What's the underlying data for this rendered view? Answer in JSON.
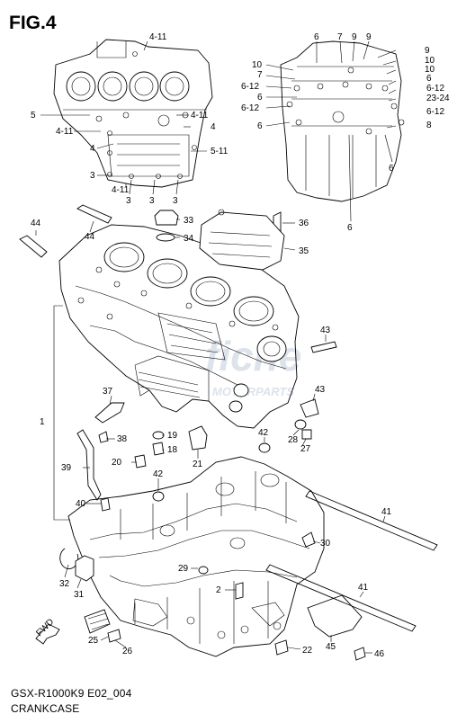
{
  "figure": {
    "title": "FIG.4",
    "model_code": "GSX-R1000K9 E02_004",
    "section_name": "CRANKCASE"
  },
  "watermark": {
    "brand": "fiche",
    "tagline": "MOTORPARTS"
  },
  "direction_arrow": {
    "label": "FWD"
  },
  "callouts": [
    "4-11",
    "5",
    "4-11",
    "4",
    "3",
    "4-11",
    "3",
    "3",
    "3",
    "4-11",
    "4",
    "5-11",
    "6",
    "7",
    "9",
    "9",
    "10",
    "9",
    "10",
    "6-12",
    "10",
    "7",
    "6",
    "6",
    "6-12",
    "6-12",
    "23-24",
    "6-12",
    "6",
    "8",
    "6",
    "6",
    "44",
    "44",
    "33",
    "34",
    "36",
    "35",
    "43",
    "43",
    "37",
    "1",
    "38",
    "19",
    "18",
    "20",
    "21",
    "42",
    "28",
    "27",
    "39",
    "42",
    "40",
    "41",
    "30",
    "32",
    "31",
    "29",
    "2",
    "41",
    "25",
    "26",
    "22",
    "45",
    "46"
  ],
  "colors": {
    "line": "#000000",
    "background": "#ffffff",
    "watermark": "#dde3ea"
  }
}
